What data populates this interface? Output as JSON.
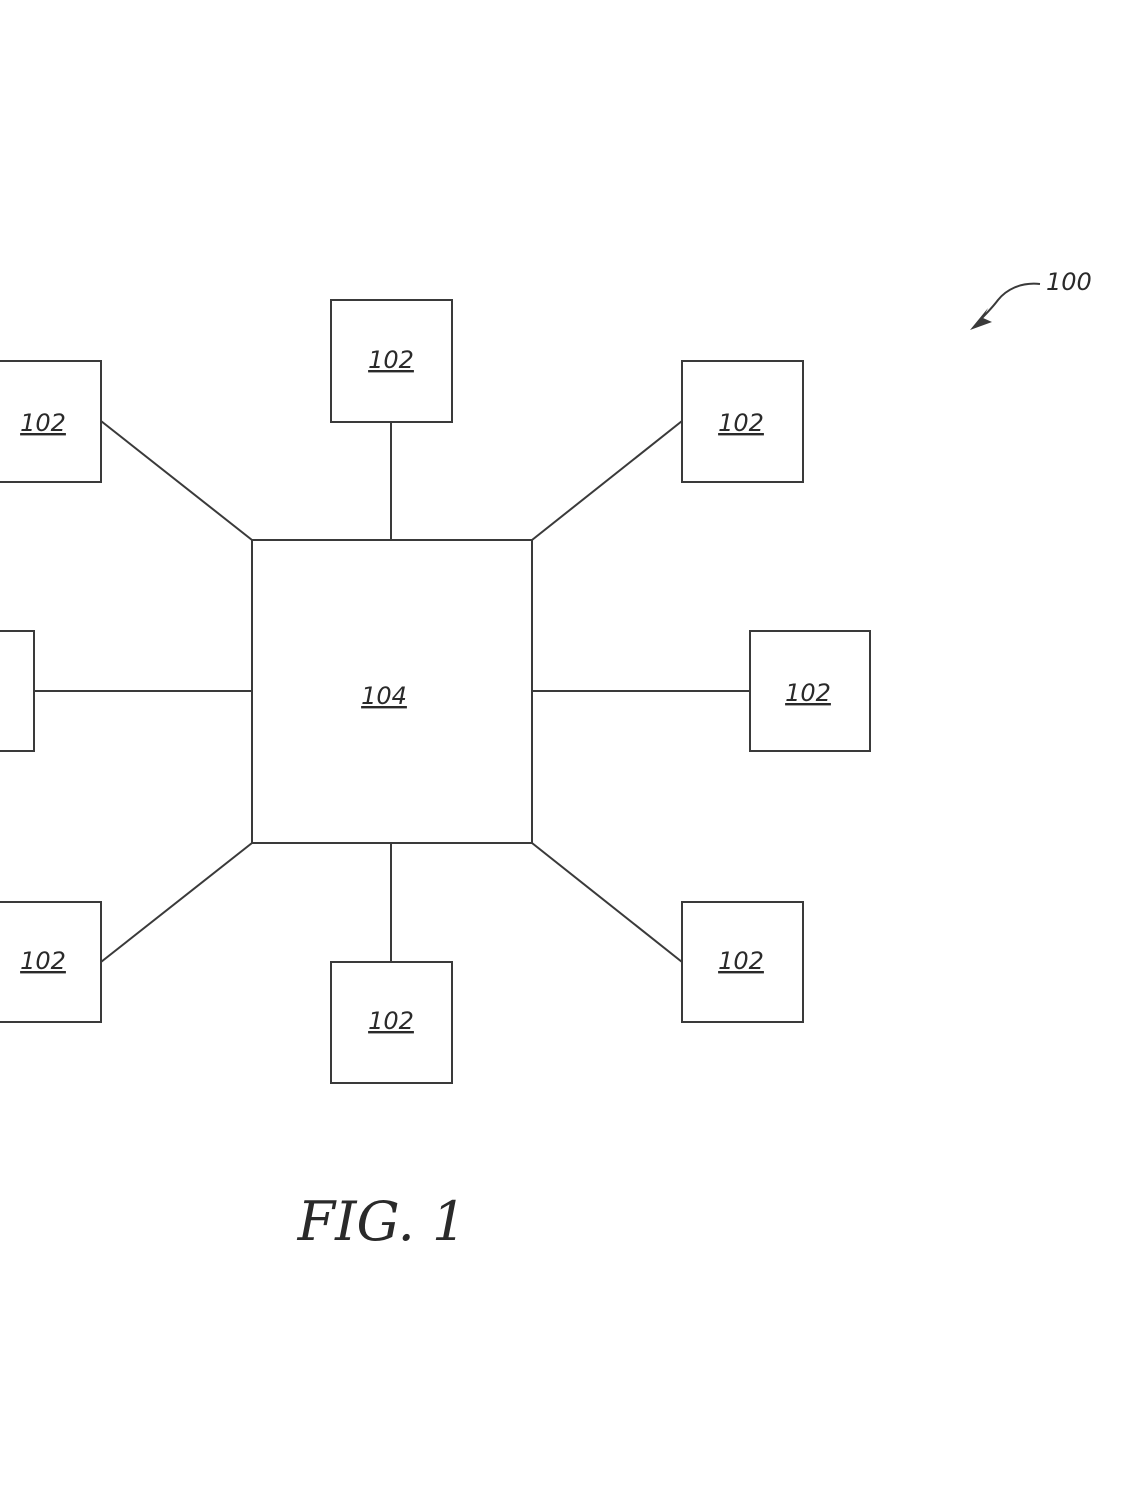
{
  "figure": {
    "system_ref": "100",
    "central_node_ref": "104",
    "peripheral_node_ref": "102",
    "caption": "FIG. 1",
    "peripheral_labels": [
      "102",
      "102",
      "102",
      "102",
      "102",
      "102",
      "102"
    ]
  }
}
